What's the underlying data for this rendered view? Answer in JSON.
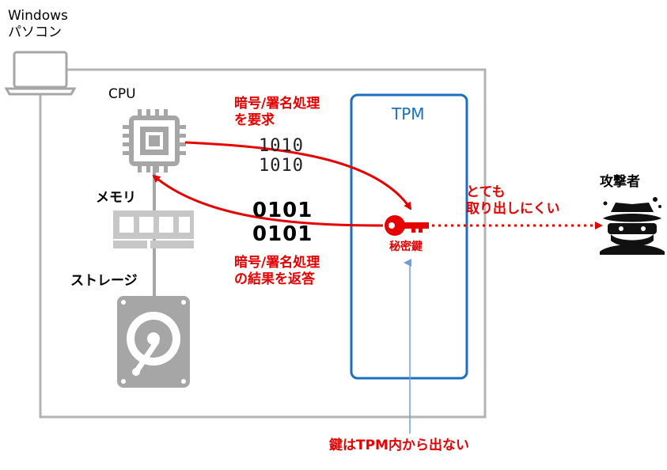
{
  "pc": {
    "label_line1": "Windows",
    "label_line2": "パソコン"
  },
  "cpu": {
    "label": "CPU"
  },
  "memory": {
    "label": "メモリ"
  },
  "storage": {
    "label": "ストレージ"
  },
  "tpm": {
    "label": "TPM",
    "key_label": "秘密鍵"
  },
  "request": {
    "line1": "暗号/署名処理",
    "line2": "を要求",
    "bits_line1": "1010",
    "bits_line2": "1010"
  },
  "response": {
    "line1": "暗号/署名処理",
    "line2": "の結果を返答",
    "bits_line1": "0101",
    "bits_line2": "0101"
  },
  "extraction": {
    "line1": "とても",
    "line2": "取り出しにくい"
  },
  "attacker": {
    "label": "攻撃者"
  },
  "note": {
    "text": "鍵はTPM内から出ない"
  },
  "colors": {
    "red": "#e60000",
    "tpm_border": "#1a6fc0",
    "frame": "#b3b3b3",
    "component_gray": "#a6a6a6",
    "note_line": "#6f9fd6"
  }
}
